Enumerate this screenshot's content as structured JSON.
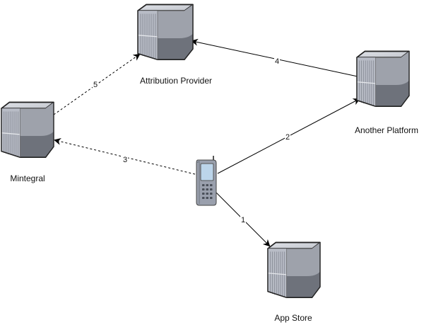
{
  "nodes": {
    "attribution": {
      "label": "Attribution Provider",
      "icon": "server-icon"
    },
    "another": {
      "label": "Another Platform",
      "icon": "server-icon"
    },
    "mintegral": {
      "label": "Mintegral",
      "icon": "server-icon"
    },
    "appstore": {
      "label": "App Store",
      "icon": "server-icon"
    },
    "phone": {
      "label": "",
      "icon": "mobile-phone-icon"
    }
  },
  "edges": [
    {
      "id": "1",
      "label": "1",
      "from": "phone",
      "to": "appstore",
      "style": "solid"
    },
    {
      "id": "2",
      "label": "2",
      "from": "phone",
      "to": "another",
      "style": "solid"
    },
    {
      "id": "3",
      "label": "3",
      "from": "phone",
      "to": "mintegral",
      "style": "dashed"
    },
    {
      "id": "4",
      "label": "4",
      "from": "another",
      "to": "attribution",
      "style": "solid"
    },
    {
      "id": "5",
      "label": "5",
      "from": "mintegral",
      "to": "attribution",
      "style": "dashed"
    }
  ]
}
